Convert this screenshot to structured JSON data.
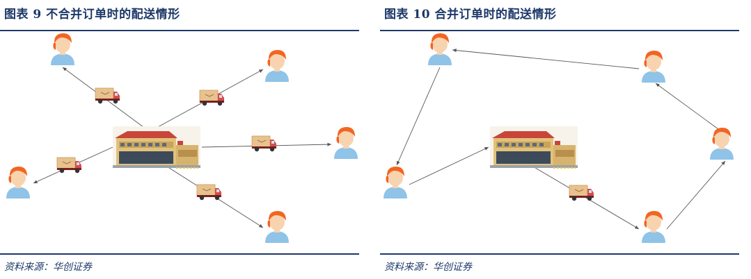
{
  "panels": [
    {
      "title": "图表 9 不合并订单时的配送情形",
      "source": "资料来源：华创证券"
    },
    {
      "title": "图表 10 合并订单时的配送情形",
      "source": "资料来源：华创证券"
    }
  ],
  "colors": {
    "accent": "#1d3868",
    "hair": "#f26522",
    "skin": "#f8d3b0",
    "shirt": "#8fc3e8",
    "arrow": "#555555",
    "truck_red": "#d94b4b",
    "truck_box": "#e8c28e"
  }
}
